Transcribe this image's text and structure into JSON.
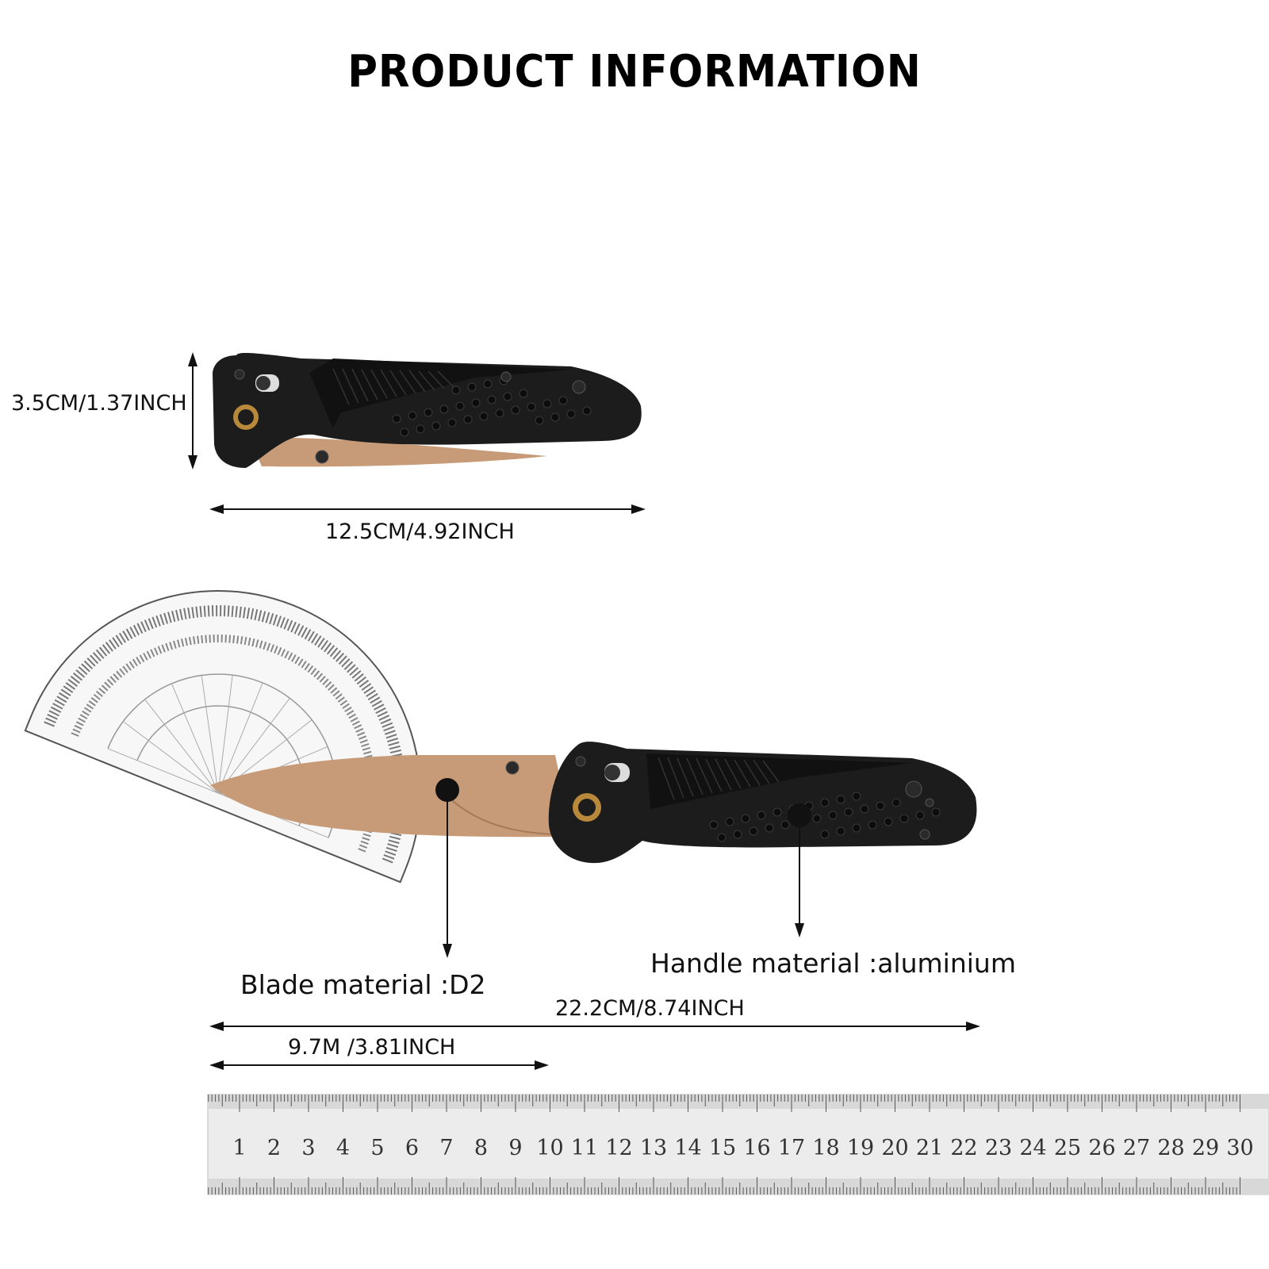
{
  "title": "PRODUCT INFORMATION",
  "dimensions": {
    "closed_height": "3.5CM/1.37INCH",
    "closed_length": "12.5CM/4.92INCH",
    "open_length": "22.2CM/8.74INCH",
    "blade_length": "9.7M /3.81INCH"
  },
  "materials": {
    "blade": "Blade material :D2",
    "handle": "Handle material :aluminium"
  },
  "ruler": {
    "numbers": [
      "1",
      "2",
      "3",
      "4",
      "5",
      "6",
      "7",
      "8",
      "9",
      "10",
      "11",
      "12",
      "13",
      "14",
      "15",
      "16",
      "17",
      "18",
      "19",
      "20",
      "21",
      "22",
      "23",
      "24",
      "25",
      "26",
      "27",
      "28",
      "29",
      "30"
    ]
  },
  "colors": {
    "handle": "#1c1c1c",
    "blade": "#c79b77",
    "pivot_ring": "#b8893b"
  },
  "icons": [
    "dimension-arrow",
    "protractor",
    "ruler",
    "knife-closed",
    "knife-open"
  ]
}
